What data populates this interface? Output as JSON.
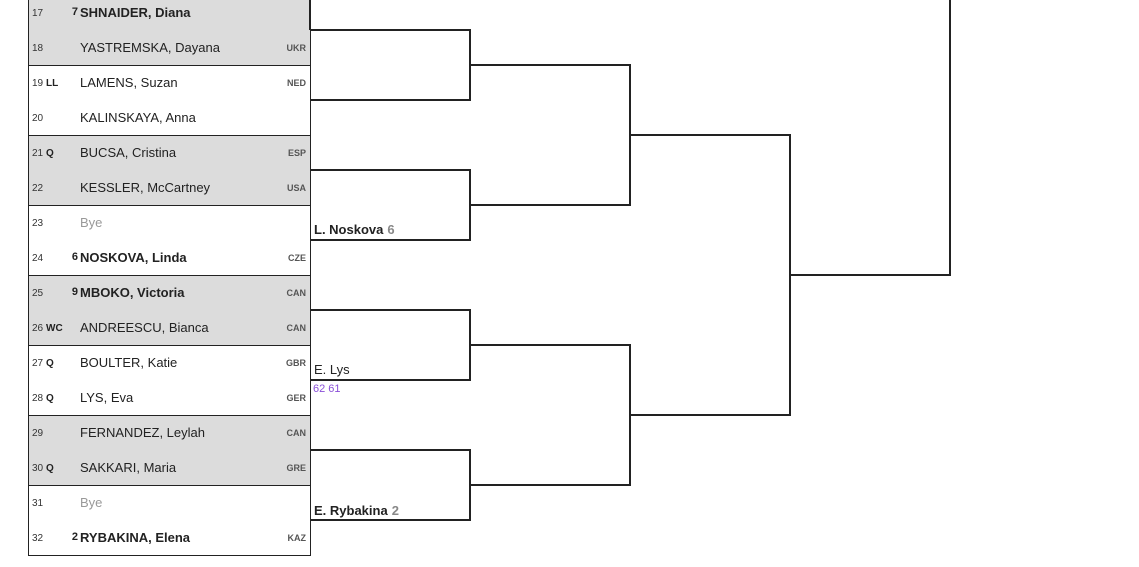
{
  "rows": [
    {
      "num": "17",
      "entry": "",
      "seed": "7",
      "name": "SHNAIDER, Diana",
      "country": "",
      "bold": true
    },
    {
      "num": "18",
      "entry": "",
      "seed": "",
      "name": "YASTREMSKA, Dayana",
      "country": "UKR"
    },
    {
      "num": "19",
      "entry": "LL",
      "seed": "",
      "name": "LAMENS, Suzan",
      "country": "NED"
    },
    {
      "num": "20",
      "entry": "",
      "seed": "",
      "name": "KALINSKAYA, Anna",
      "country": ""
    },
    {
      "num": "21",
      "entry": "Q",
      "seed": "",
      "name": "BUCSA, Cristina",
      "country": "ESP"
    },
    {
      "num": "22",
      "entry": "",
      "seed": "",
      "name": "KESSLER, McCartney",
      "country": "USA"
    },
    {
      "num": "23",
      "entry": "",
      "seed": "",
      "name": "Bye",
      "country": "",
      "bye": true
    },
    {
      "num": "24",
      "entry": "",
      "seed": "6",
      "name": "NOSKOVA, Linda",
      "country": "CZE",
      "bold": true
    },
    {
      "num": "25",
      "entry": "",
      "seed": "9",
      "name": "MBOKO, Victoria",
      "country": "CAN",
      "bold": true
    },
    {
      "num": "26",
      "entry": "WC",
      "seed": "",
      "name": "ANDREESCU, Bianca",
      "country": "CAN"
    },
    {
      "num": "27",
      "entry": "Q",
      "seed": "",
      "name": "BOULTER, Katie",
      "country": "GBR"
    },
    {
      "num": "28",
      "entry": "Q",
      "seed": "",
      "name": "LYS, Eva",
      "country": "GER"
    },
    {
      "num": "29",
      "entry": "",
      "seed": "",
      "name": "FERNANDEZ, Leylah",
      "country": "CAN"
    },
    {
      "num": "30",
      "entry": "Q",
      "seed": "",
      "name": "SAKKARI, Maria",
      "country": "GRE"
    },
    {
      "num": "31",
      "entry": "",
      "seed": "",
      "name": "Bye",
      "country": "",
      "bye": true
    },
    {
      "num": "32",
      "entry": "",
      "seed": "2",
      "name": "RYBAKINA, Elena",
      "country": "KAZ",
      "bold": true
    }
  ],
  "round2": {
    "noskova": {
      "name": "L. Noskova",
      "seed": "6"
    },
    "lys": {
      "name": "E. Lys",
      "score": "62 61"
    },
    "rybakina": {
      "name": "E. Rybakina",
      "seed": "2"
    }
  }
}
